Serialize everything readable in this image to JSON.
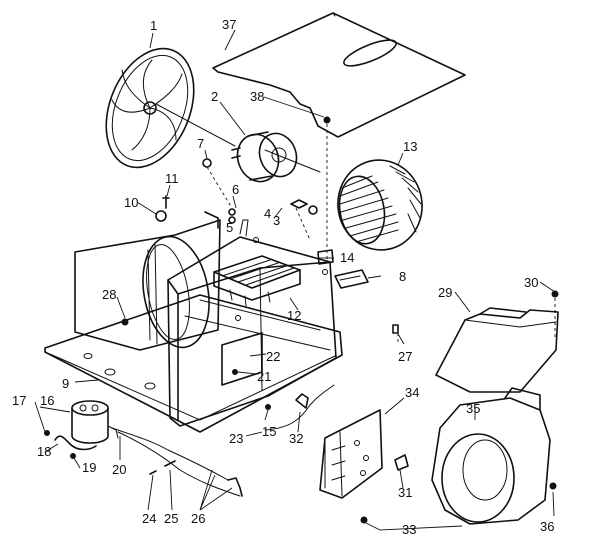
{
  "diagram": {
    "labels": {
      "p1": "1",
      "p2": "2",
      "p3": "3",
      "p4": "4",
      "p5": "5",
      "p6": "6",
      "p7": "7",
      "p8": "8",
      "p9": "9",
      "p10": "10",
      "p11": "11",
      "p12": "12",
      "p13": "13",
      "p14": "14",
      "p15": "15",
      "p16": "16",
      "p17": "17",
      "p18": "18",
      "p19": "19",
      "p20": "20",
      "p21": "21",
      "p22": "22",
      "p23": "23",
      "p24": "24",
      "p25": "25",
      "p26": "26",
      "p27": "27",
      "p28": "28",
      "p29": "29",
      "p30": "30",
      "p31": "31",
      "p32": "32",
      "p33": "33",
      "p34": "34",
      "p35": "35",
      "p36": "36",
      "p37": "37",
      "p38": "38"
    }
  }
}
